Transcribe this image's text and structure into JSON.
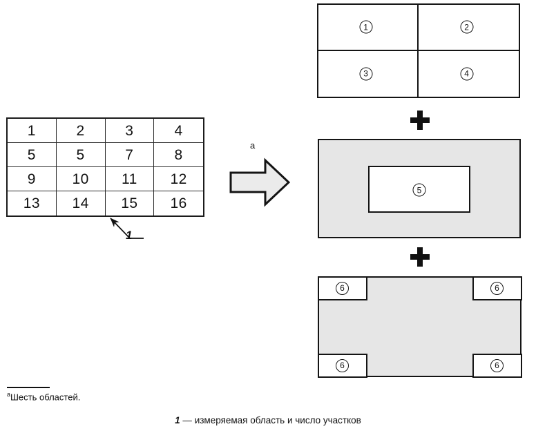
{
  "figure": {
    "measurement_grid": {
      "name": "measurement-area-grid",
      "columns": 4,
      "rows": 4,
      "cells": [
        "1",
        "2",
        "3",
        "4",
        "5",
        "5",
        "7",
        "8",
        "9",
        "10",
        "11",
        "12",
        "13",
        "14",
        "15",
        "16"
      ]
    },
    "callout": {
      "label": "1"
    },
    "arrow": {
      "note": "a"
    },
    "panels": [
      {
        "name": "quadrants-panel",
        "marks": [
          "1",
          "2",
          "3",
          "4"
        ]
      },
      {
        "name": "central-region-panel",
        "marks": [
          "5"
        ]
      },
      {
        "name": "corner-regions-panel",
        "marks": [
          "6",
          "6",
          "6",
          "6"
        ]
      }
    ],
    "separators": [
      "+",
      "+"
    ],
    "footnote": {
      "marker": "a",
      "text": "Шесть областей."
    },
    "caption": {
      "key": "1",
      "dash": " — ",
      "text": "измеряемая область и число участков"
    },
    "colors": {
      "line": "#141414",
      "fill_gray": "#e6e6e6",
      "fill_white": "#ffffff"
    }
  }
}
